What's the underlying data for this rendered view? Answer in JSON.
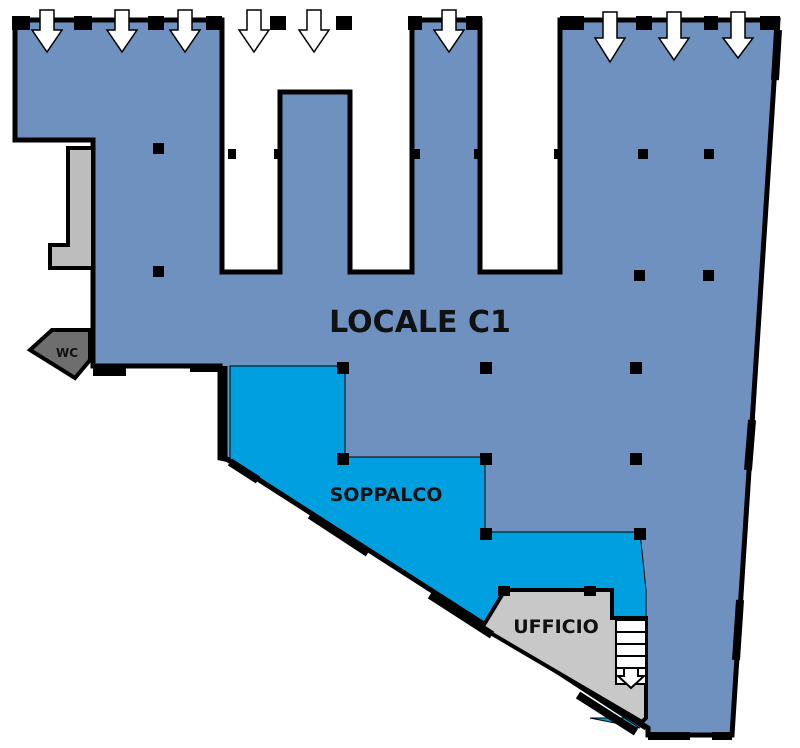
{
  "rooms": {
    "main": {
      "label": "LOCALE C1",
      "color": "#6f91c0"
    },
    "mezzanine": {
      "label": "SOPPALCO",
      "color": "#00a0e0"
    },
    "office": {
      "label": "UFFICIO",
      "color": "#c8c8c8"
    },
    "wc": {
      "label": "WC",
      "color": "#6e6e6e"
    }
  },
  "colors": {
    "wall": "#000000",
    "background": "#ffffff",
    "storage": "#bdbdbd"
  },
  "icons": {
    "entrance": "down-arrow-icon",
    "stairs": "stairs-icon"
  }
}
